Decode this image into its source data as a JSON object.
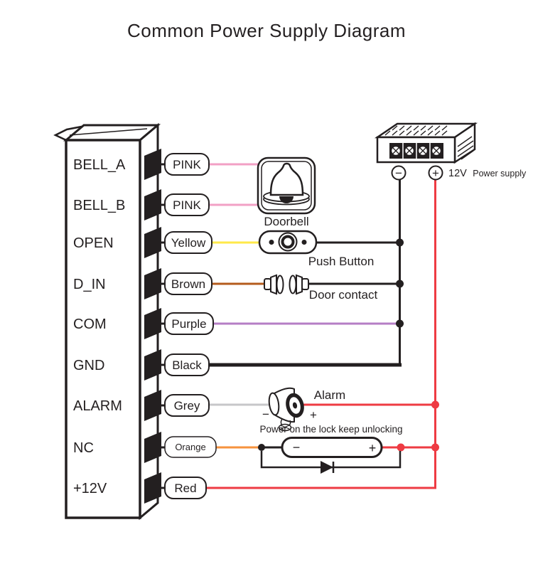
{
  "title": {
    "text": "Common Power Supply Diagram",
    "color": "#6bc04e"
  },
  "colors": {
    "ink": "#231f20",
    "pink": "#f2a0c5",
    "yellow": "#ffe94a",
    "brown": "#b45b1d",
    "purple": "#b57ec5",
    "black": "#231f20",
    "grey": "#c7c7c9",
    "orange": "#f6923d",
    "red": "#ee3b43"
  },
  "controller": {
    "terminals": [
      {
        "label": "BELL_A",
        "wire_label": "PINK",
        "wire_color": "pink"
      },
      {
        "label": "BELL_B",
        "wire_label": "PINK",
        "wire_color": "pink"
      },
      {
        "label": "OPEN",
        "wire_label": "Yellow",
        "wire_color": "yellow"
      },
      {
        "label": "D_IN",
        "wire_label": "Brown",
        "wire_color": "brown"
      },
      {
        "label": "COM",
        "wire_label": "Purple",
        "wire_color": "purple"
      },
      {
        "label": "GND",
        "wire_label": "Black",
        "wire_color": "black"
      },
      {
        "label": "ALARM",
        "wire_label": "Grey",
        "wire_color": "grey"
      },
      {
        "label": "NC",
        "wire_label": "Orange",
        "wire_color": "orange"
      },
      {
        "label": "+12V",
        "wire_label": "Red",
        "wire_color": "red"
      }
    ]
  },
  "devices": {
    "doorbell": {
      "label": "Doorbell"
    },
    "push_button": {
      "label": "Push Button"
    },
    "door_contact": {
      "label": "Door contact"
    },
    "alarm": {
      "label": "Alarm",
      "minus": "−",
      "plus": "+"
    },
    "lock": {
      "note": "Power on the lock keep unlocking",
      "minus": "−",
      "plus": "+"
    },
    "power_supply": {
      "voltage": "12V",
      "label": "Power supply",
      "minus": "−",
      "plus": "+"
    }
  },
  "icons": {
    "doorbell": "bell-icon",
    "push_button": "round-button-icon",
    "door_contact": "magnetic-contact-icon",
    "alarm": "horn-speaker-icon",
    "lock": "lock-capsule-with-diode",
    "power_supply": "psu-box-icon"
  }
}
